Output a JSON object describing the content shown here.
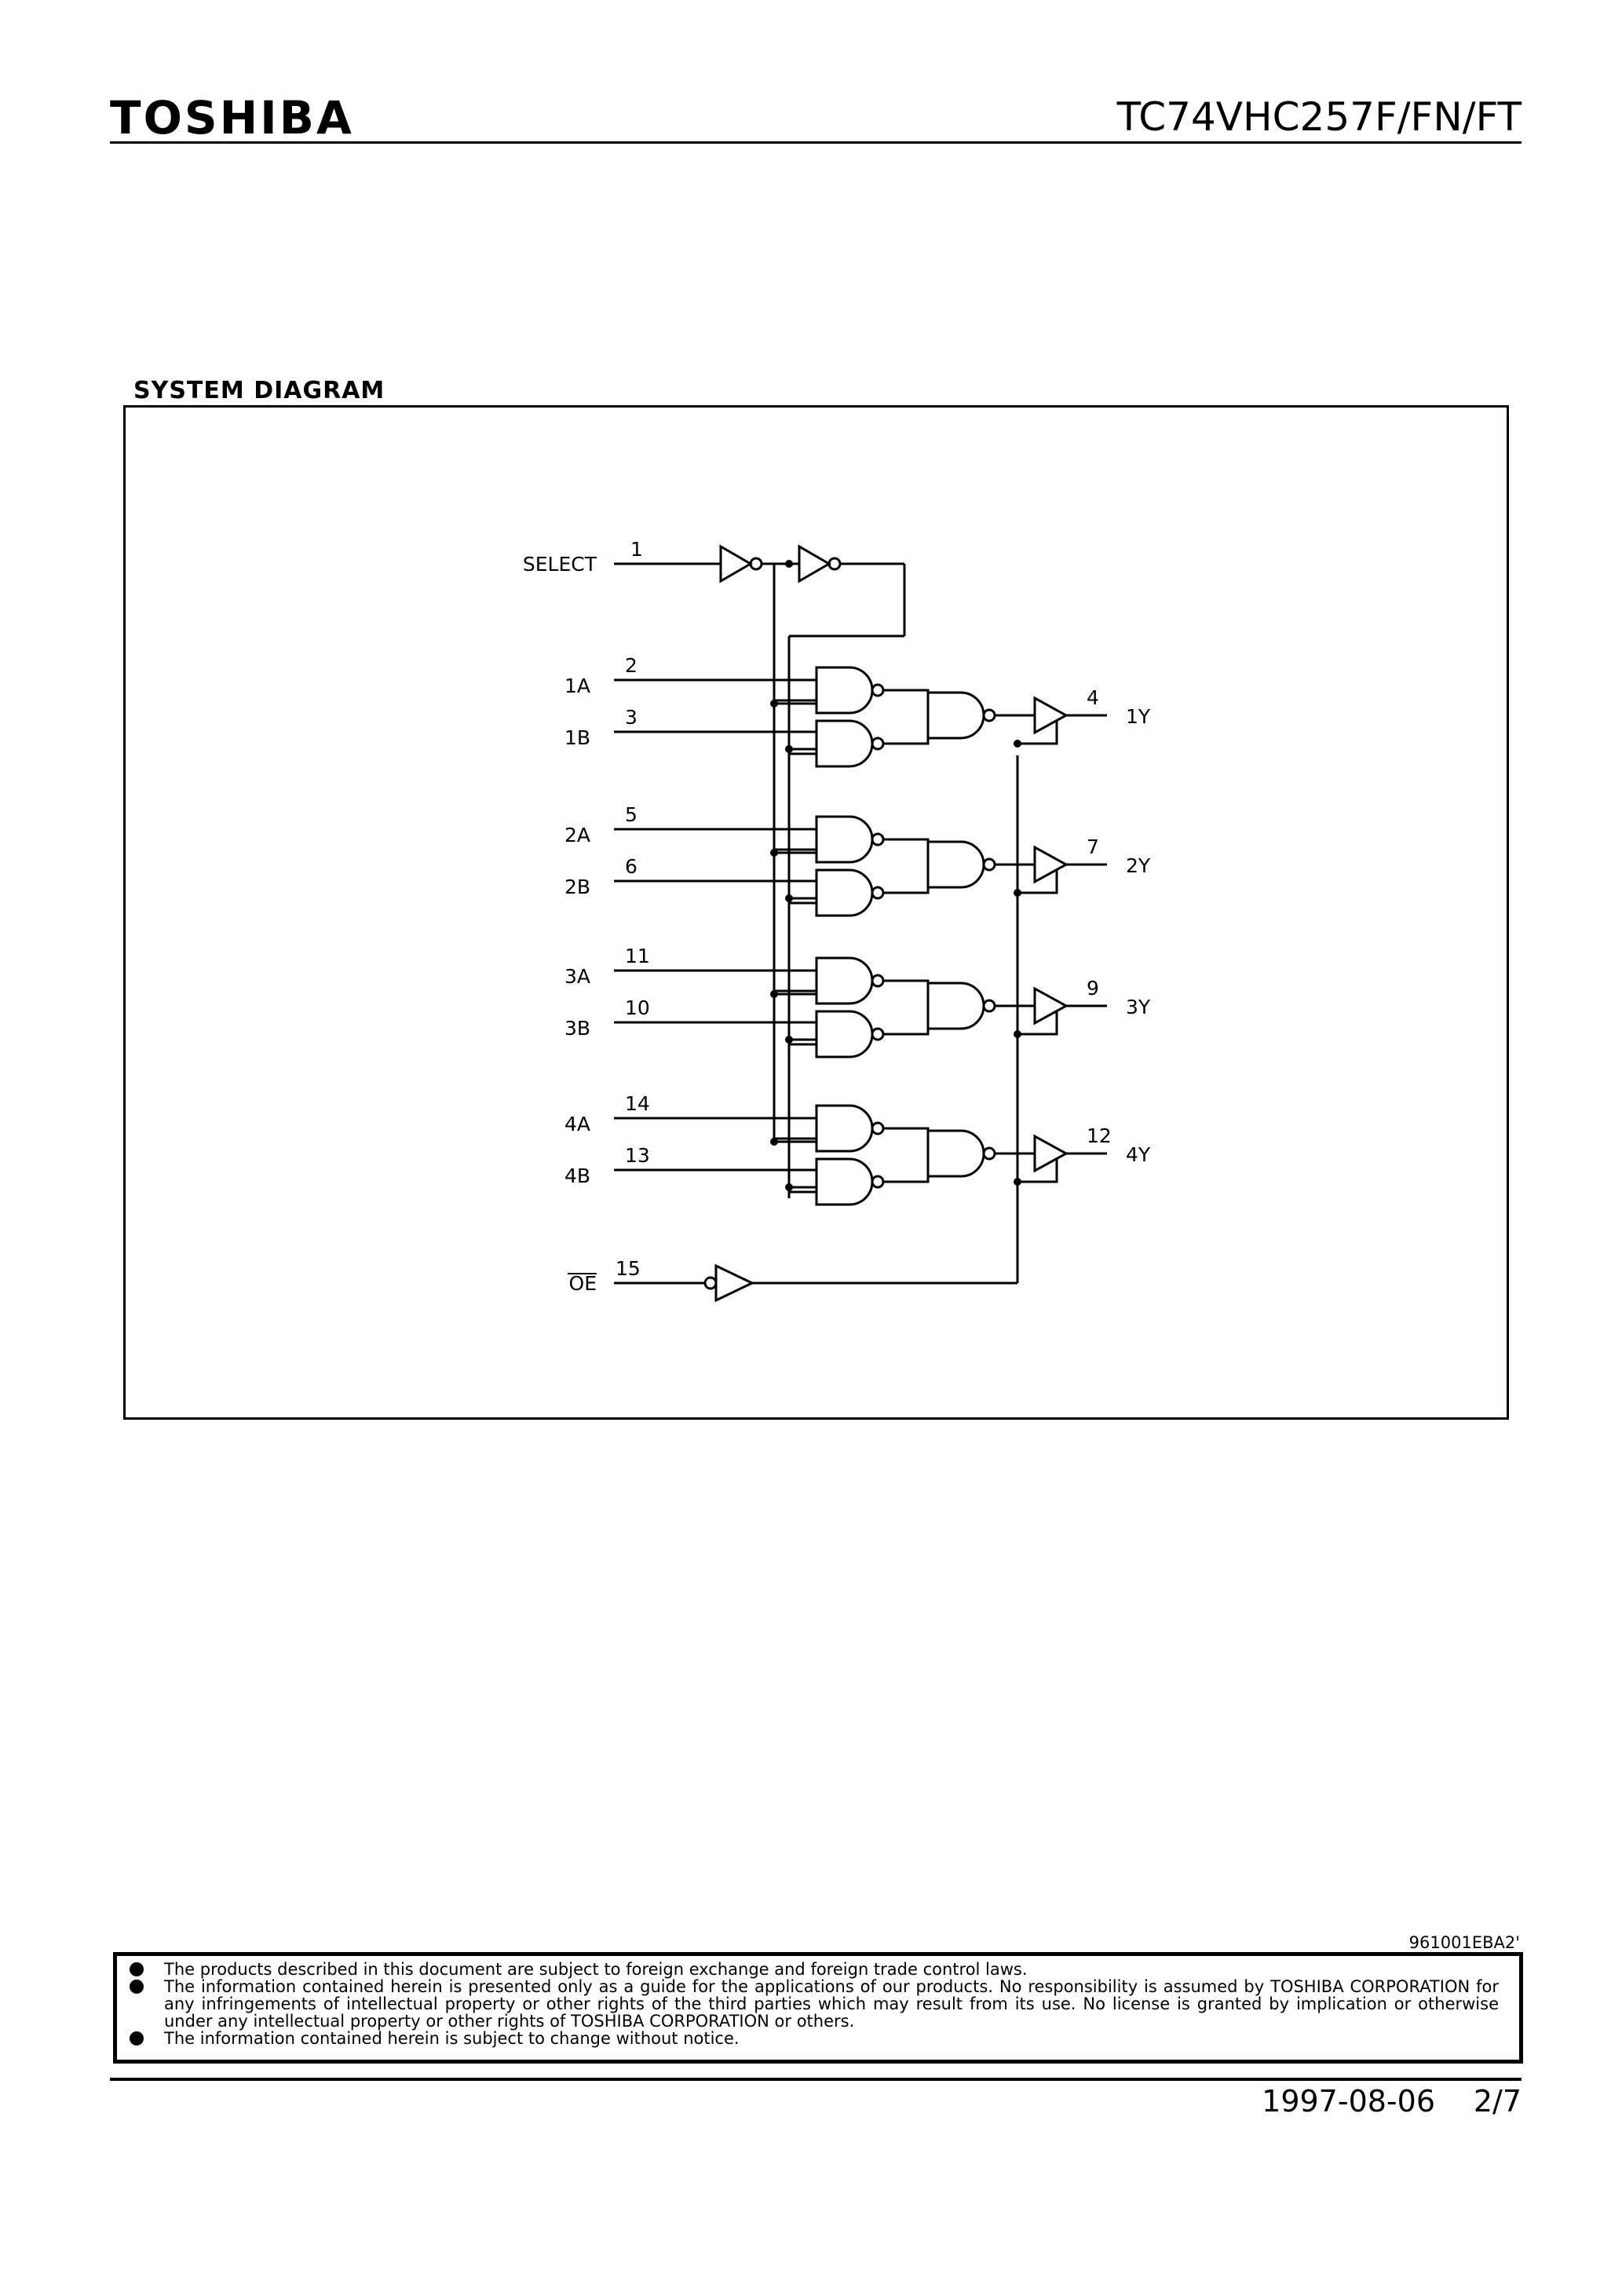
{
  "header": {
    "brand": "TOSHIBA",
    "part_number": "TC74VHC257F/FN/FT"
  },
  "section": {
    "title": "SYSTEM  DIAGRAM"
  },
  "diagram": {
    "select": {
      "label": "SELECT",
      "pin": "1"
    },
    "oe": {
      "label": "OE",
      "pin": "15"
    },
    "channels": [
      {
        "a_label": "1A",
        "a_pin": "2",
        "b_label": "1B",
        "b_pin": "3",
        "y_label": "1Y",
        "y_pin": "4"
      },
      {
        "a_label": "2A",
        "a_pin": "5",
        "b_label": "2B",
        "b_pin": "6",
        "y_label": "2Y",
        "y_pin": "7"
      },
      {
        "a_label": "3A",
        "a_pin": "11",
        "b_label": "3B",
        "b_pin": "10",
        "y_label": "3Y",
        "y_pin": "9"
      },
      {
        "a_label": "4A",
        "a_pin": "14",
        "b_label": "4B",
        "b_pin": "13",
        "y_label": "4Y",
        "y_pin": "12"
      }
    ]
  },
  "footer": {
    "ref_code": "961001EBA2'",
    "notices": [
      "The products described in this document are subject to foreign exchange and foreign trade control laws.",
      "The information contained herein is presented only as a guide for the applications of our products. No responsibility is assumed by TOSHIBA CORPORATION for any infringements of intellectual property or other rights of the third parties which may result from its use. No license is granted by implication or otherwise under any intellectual property or other rights of TOSHIBA CORPORATION or others.",
      "The information contained herein is subject to change without notice."
    ],
    "date": "1997-08-06",
    "page": "2/7"
  }
}
